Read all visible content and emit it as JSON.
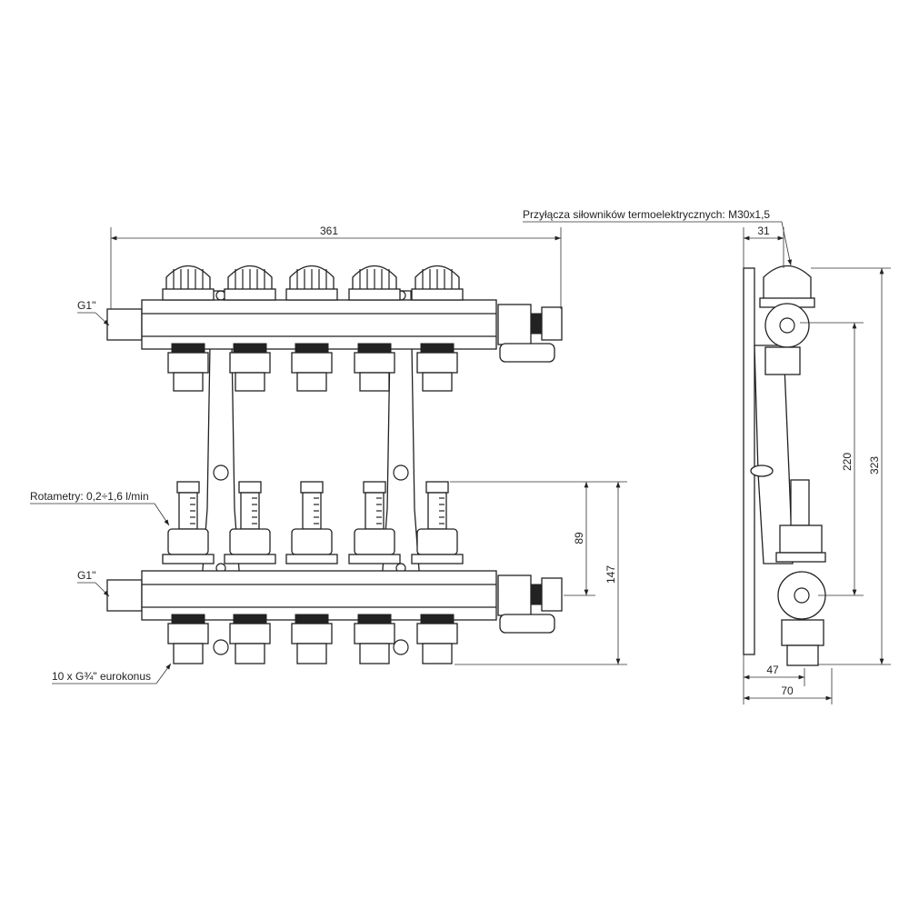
{
  "labels": {
    "actuator_connections": "Przyłącza siłowników termoelektrycznych: M30x1,5",
    "rotameters": "Rotametry: 0,2÷1,6 l/min",
    "inlet_top": "G1''",
    "inlet_bottom": "G1''",
    "outlets": "10 x G¾\" eurokonus"
  },
  "dimensions": {
    "width": "361",
    "side_depth_top": "31",
    "rotameter_height": "89",
    "lower_height": "147",
    "axis_spacing": "220",
    "total_height": "323",
    "side_depth_a": "47",
    "side_depth_b": "70"
  },
  "circuits": 5
}
